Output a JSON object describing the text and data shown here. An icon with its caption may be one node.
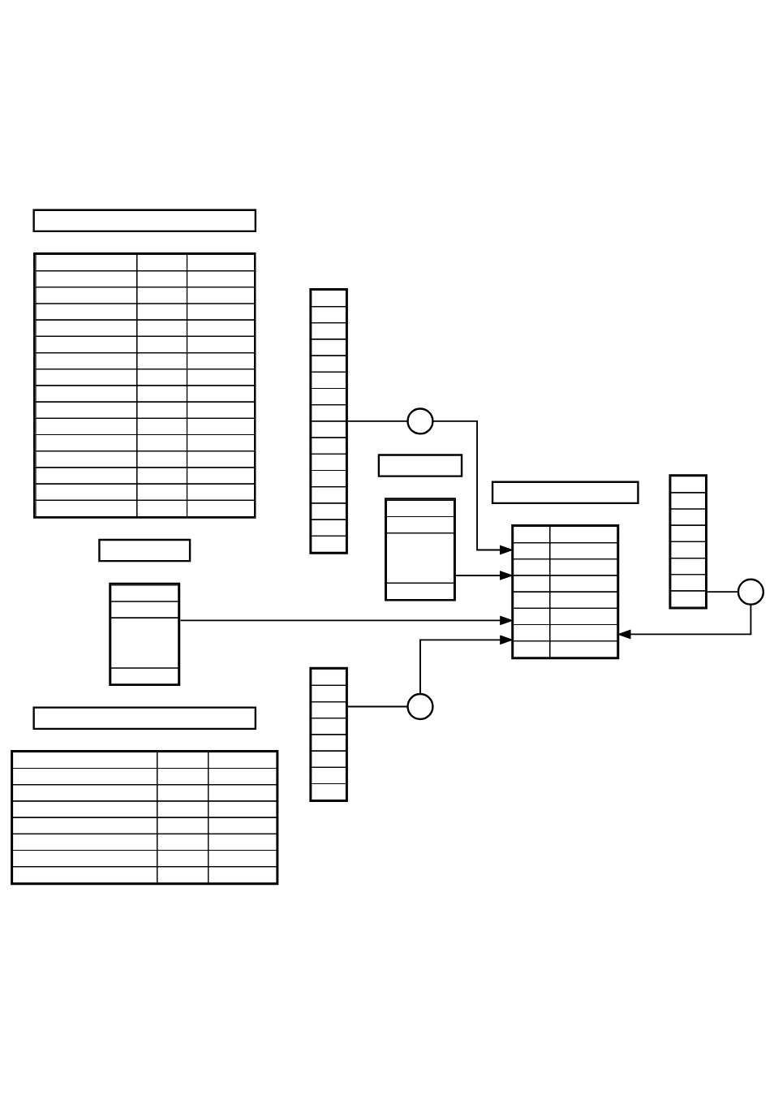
{
  "diagram": {
    "nodes": [
      {
        "text": [],
        "shape": "box"
      },
      {
        "text": [],
        "shape": "table"
      },
      {
        "text": [],
        "shape": "table"
      },
      {
        "text": [],
        "shape": "circle"
      },
      {
        "text": [],
        "shape": "box"
      },
      {
        "text": [],
        "shape": "table"
      },
      {
        "text": [],
        "shape": "box"
      },
      {
        "text": [],
        "shape": "table"
      },
      {
        "text": [],
        "shape": "box"
      },
      {
        "text": [],
        "shape": "table"
      },
      {
        "text": [],
        "shape": "table"
      },
      {
        "text": [],
        "shape": "circle"
      },
      {
        "text": [],
        "shape": "box"
      },
      {
        "text": [],
        "shape": "table"
      },
      {
        "text": [],
        "shape": "table"
      },
      {
        "text": [],
        "shape": "circle"
      }
    ],
    "edges": [
      {
        "from": 2,
        "to": 3,
        "arrow": "none"
      },
      {
        "from": 5,
        "to": 13,
        "arrow": "to"
      },
      {
        "from": 3,
        "to": 13,
        "arrow": "to"
      },
      {
        "from": 7,
        "to": 13,
        "arrow": "to"
      },
      {
        "from": 10,
        "to": 11,
        "arrow": "none"
      },
      {
        "from": 11,
        "to": 13,
        "arrow": "to"
      },
      {
        "from": 14,
        "to": 15,
        "arrow": "none"
      },
      {
        "from": 15,
        "to": 13,
        "arrow": "to"
      }
    ]
  }
}
